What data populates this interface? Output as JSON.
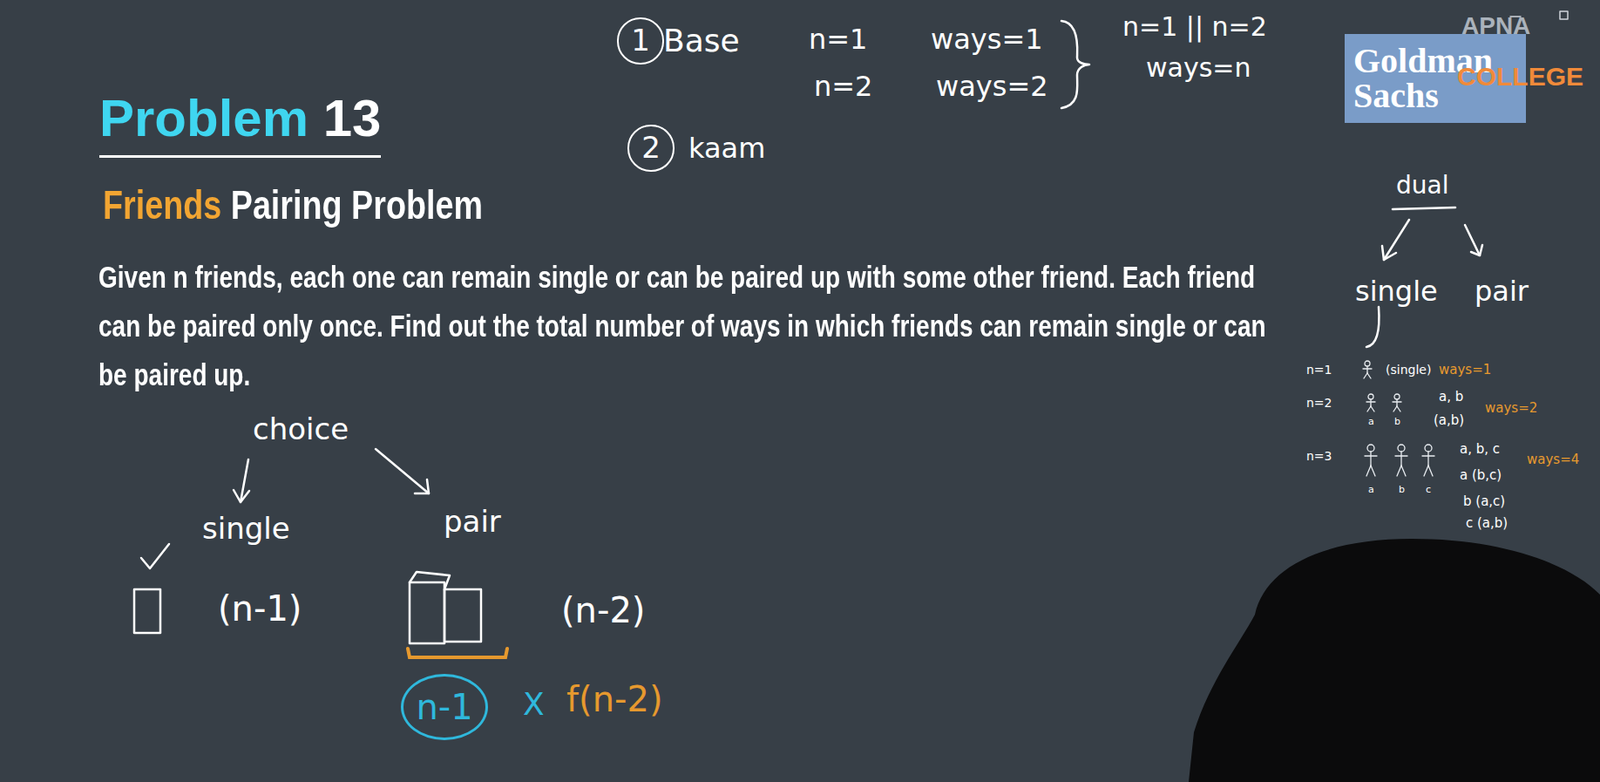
{
  "diagram": {
    "title": "Problem 13",
    "nodes": [
      {
        "text": [
          "1"
        ]
      },
      {
        "text": [
          "Goldman Sachs"
        ]
      },
      {
        "text": [
          "2"
        ]
      },
      {
        "text": [
          "n-1"
        ]
      }
    ],
    "labels": [
      "Base",
      "n=1",
      "ways=1",
      "n=2",
      "ways=2",
      "n=1 || n=2",
      "ways=n",
      "APNA",
      "COLLEGE",
      "kaam",
      "Friends Pairing Problem",
      "dual",
      "Given n friends, each one can remain single or can be paired up with some other friend. Each friend can be paired only once. Find out the total number of ways in which friends can remain single or can be paired up.",
      "single",
      "pair",
      "n=1",
      "(single)",
      "ways=1",
      "n=2",
      "a, b",
      "a",
      "b",
      "(a,b)",
      "ways=2",
      "n=3",
      "a, b, c",
      "ways=4",
      "a (b,c)",
      "a",
      "b",
      "c",
      "b (a,c)",
      "c (a,b)",
      "choice",
      "single",
      "pair",
      "(n-1)",
      "(n-2)",
      "X",
      "f(n-2)"
    ]
  }
}
